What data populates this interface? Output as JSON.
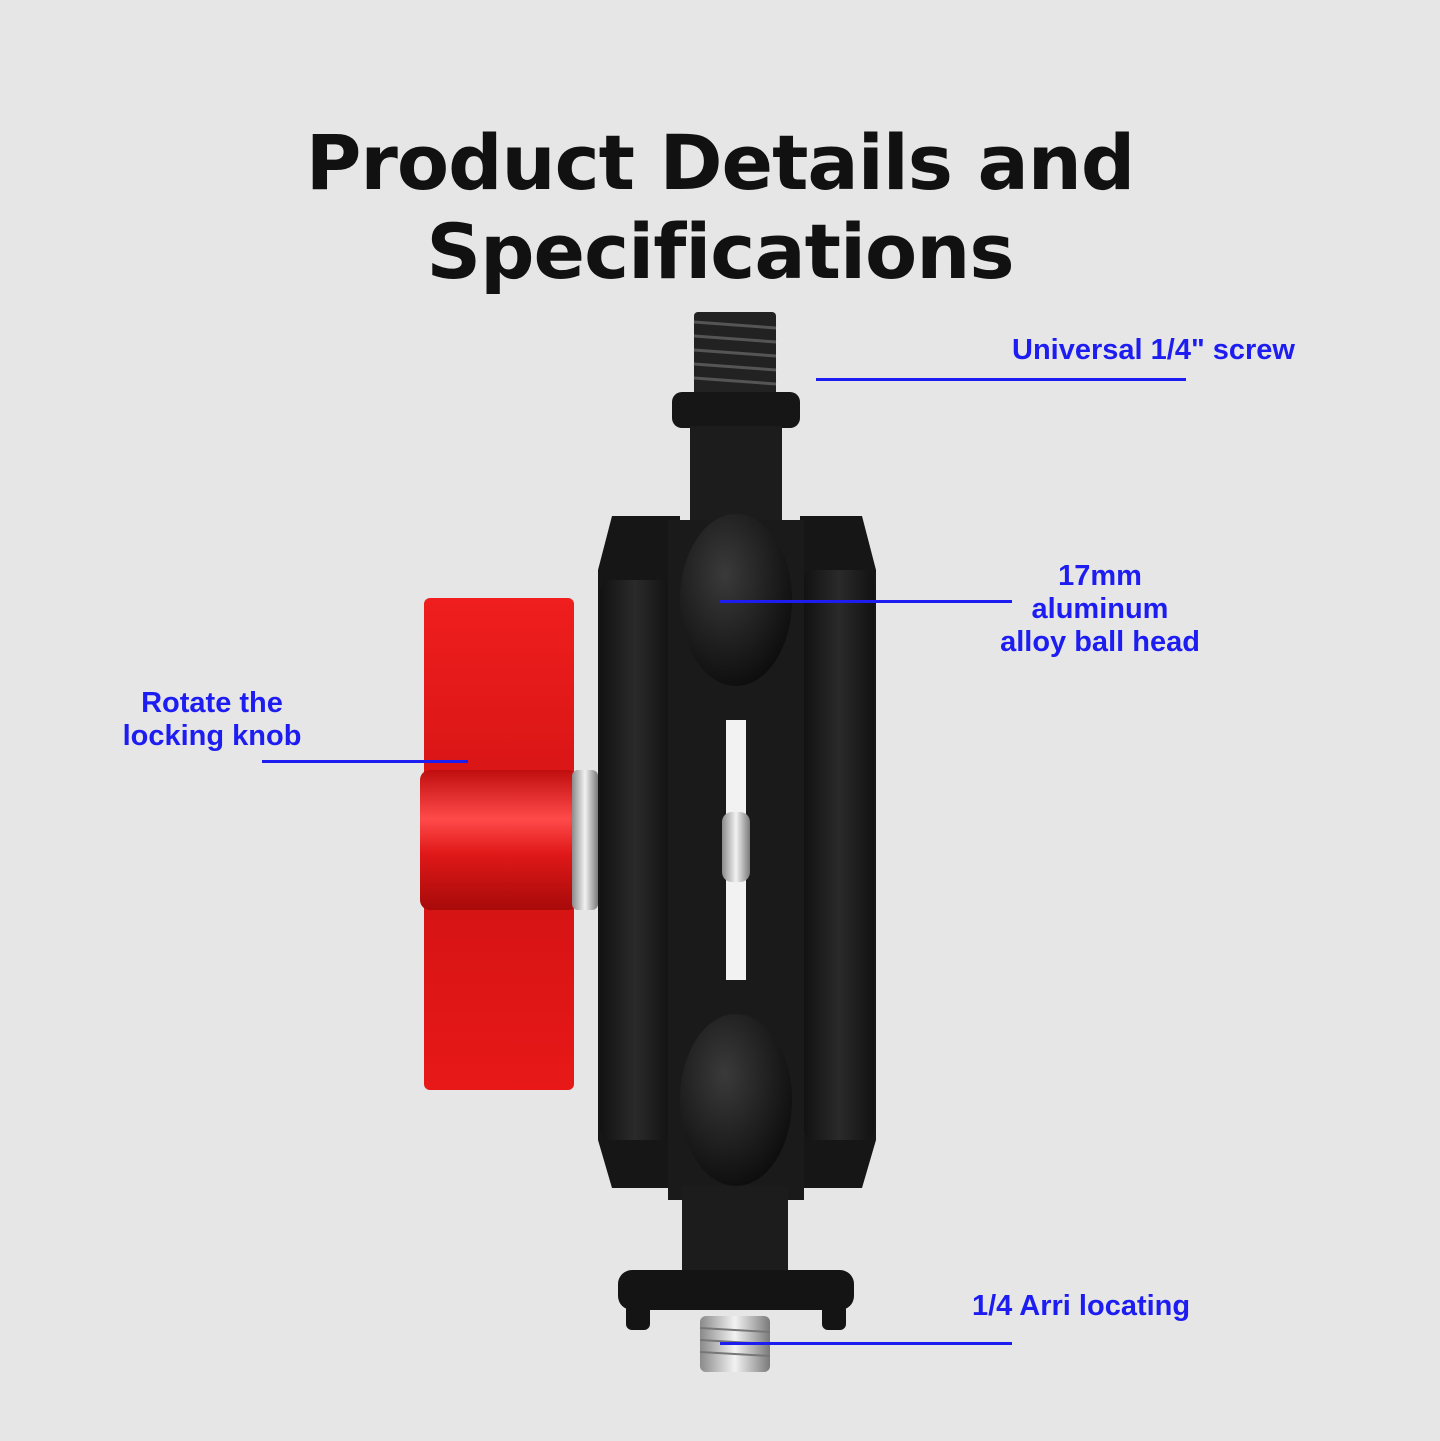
{
  "title": "Product Details and Specifications",
  "callouts": {
    "screw": "Universal 1/4\" screw",
    "ball_line1": "17mm",
    "ball_line2": "aluminum",
    "ball_line3": "alloy ball head",
    "knob_line1": "Rotate the",
    "knob_line2": "locking knob",
    "arri": "1/4 Arri locating"
  },
  "colors": {
    "background": "#e6e6e6",
    "label": "#1d1df2",
    "knob": "#e51616",
    "body": "#1b1b1b"
  }
}
